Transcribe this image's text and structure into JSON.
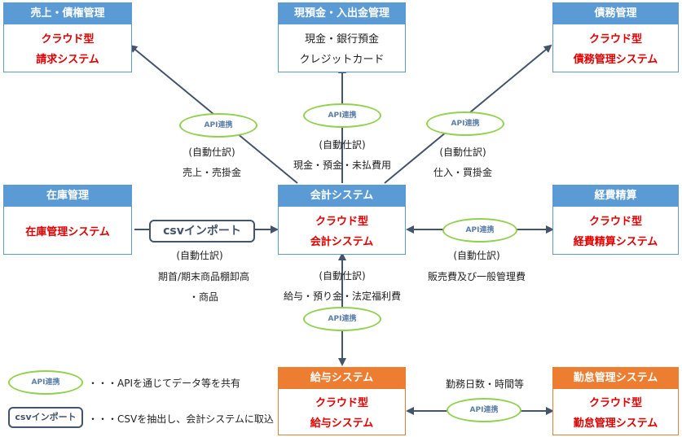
{
  "boxes": {
    "sales": {
      "title": "売上・債権管理",
      "line1": "クラウド型",
      "line2": "請求システム"
    },
    "cash": {
      "title": "現預金・入出金管理",
      "line1": "現金・銀行預金",
      "line2": "クレジットカード"
    },
    "debt": {
      "title": "債務管理",
      "line1": "クラウド型",
      "line2": "債務管理システム"
    },
    "inventory": {
      "title": "在庫管理",
      "line1": "在庫管理システム"
    },
    "accounting": {
      "title": "会計システム",
      "line1": "クラウド型",
      "line2": "会計システム"
    },
    "expense": {
      "title": "経費精算",
      "line1": "クラウド型",
      "line2": "経費精算システム"
    },
    "payroll": {
      "title": "給与システム",
      "line1": "クラウド型",
      "line2": "給与システム"
    },
    "attendance": {
      "title": "勤怠管理システム",
      "line1": "クラウド型",
      "line2": "勤怠管理システム"
    }
  },
  "api_label": "API連携",
  "csv_label": "csvインポート",
  "labels": {
    "sales_1": "(自動仕訳)",
    "sales_2": "売上・売掛金",
    "cash_1": "(自動仕訳)",
    "cash_2": "現金・預金・未払費用",
    "debt_1": "(自動仕訳)",
    "debt_2": "仕入・買掛金",
    "inv_1": "(自動仕訳)",
    "inv_2": "期首/期末商品棚卸高",
    "inv_3": "・商品",
    "payroll_1": "(自動仕訳)",
    "payroll_2": "給与・預り金・法定福利費",
    "expense_1": "(自動仕訳)",
    "expense_2": "販売費及び一般管理費",
    "attendance_1": "勤務日数・時間等"
  },
  "legend": {
    "api_desc": "・・・APIを通じてデータ等を共有",
    "csv_desc": "・・・CSVを抽出し、会計システムに取込"
  },
  "colors": {
    "blue": "#5b9bd5",
    "orange": "#ed7d31",
    "red": "#e00000",
    "green": "#92d050",
    "arrow": "#44546a"
  }
}
